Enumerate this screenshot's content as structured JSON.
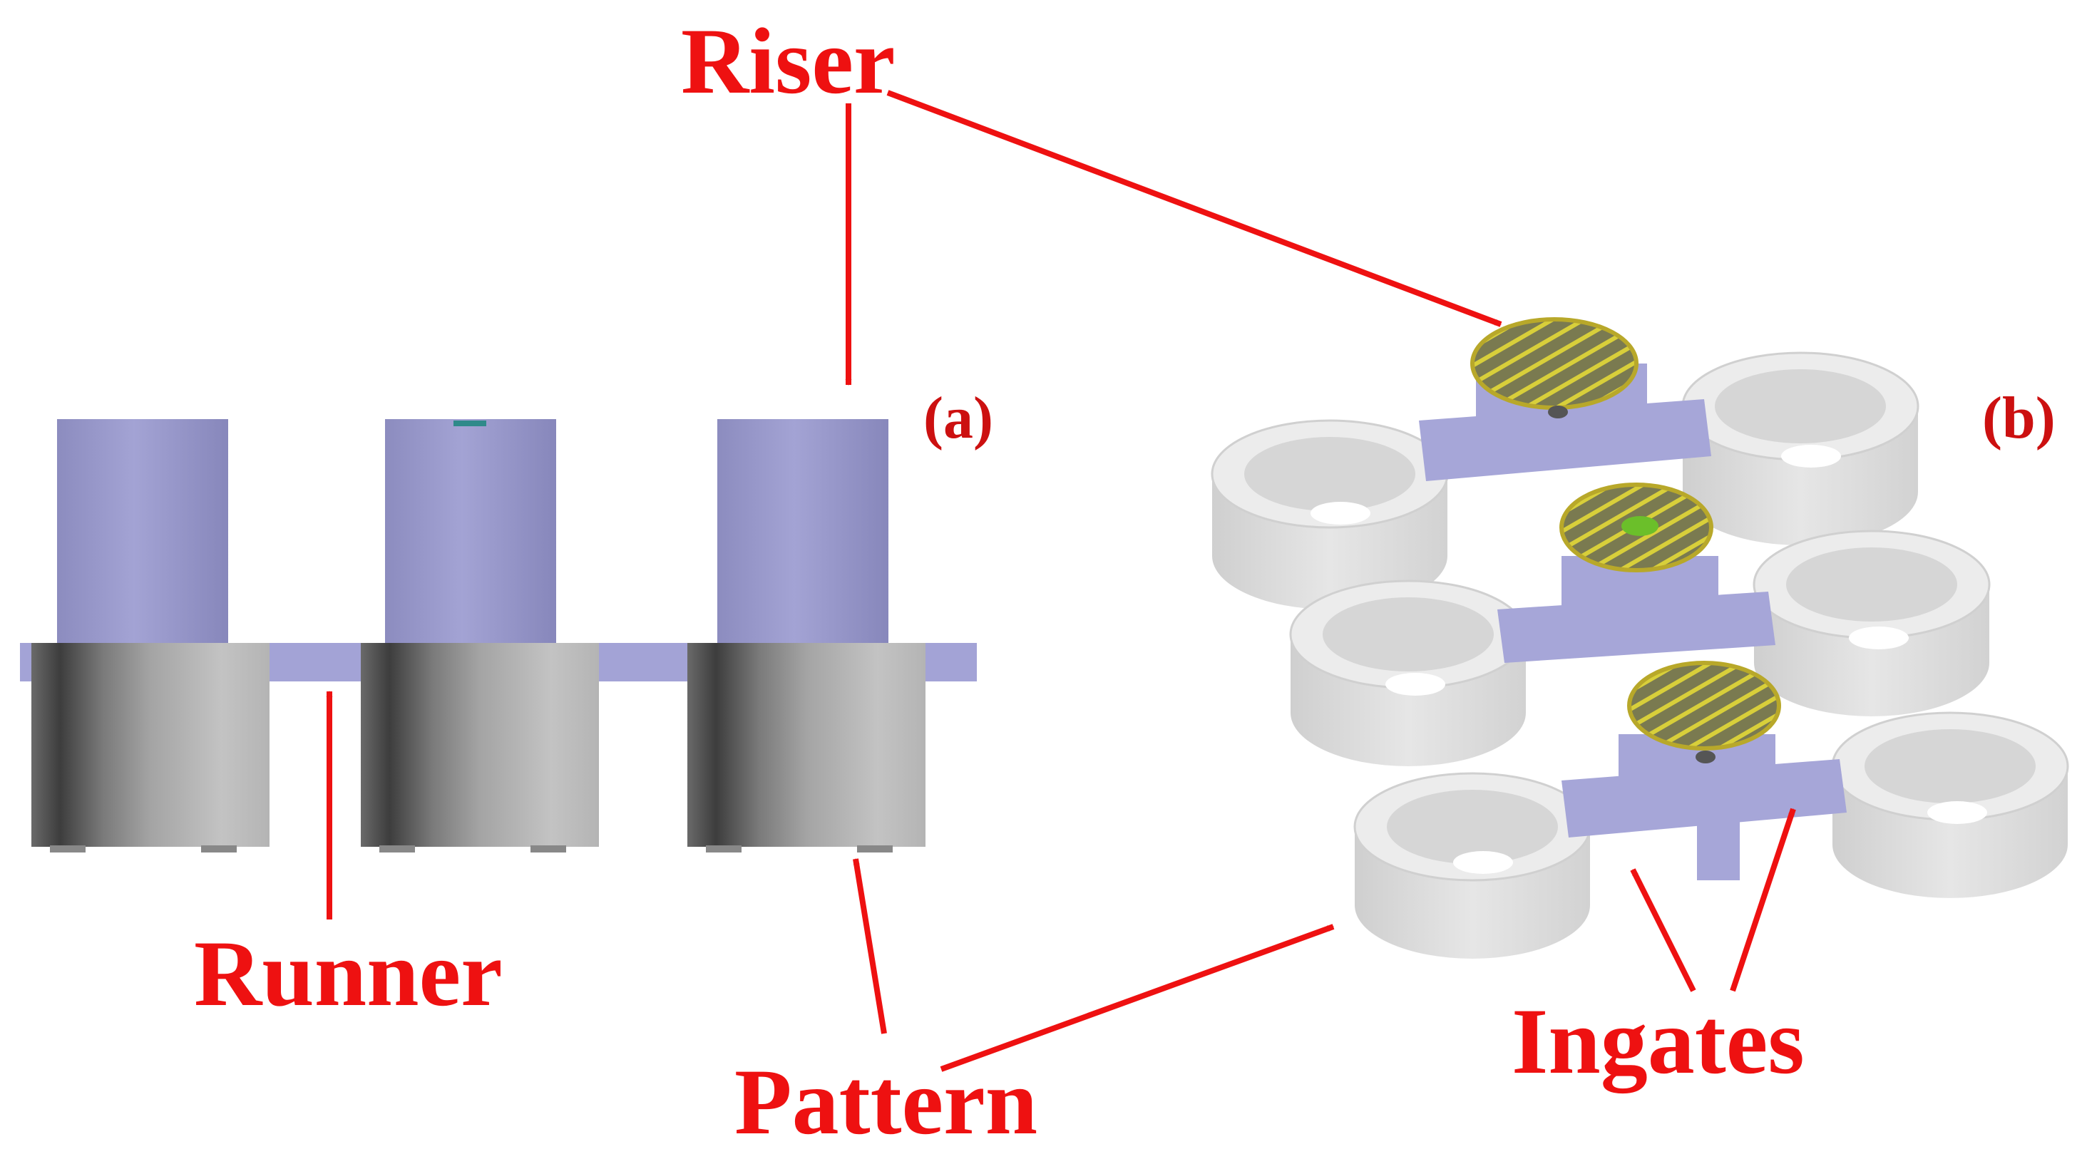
{
  "labels": {
    "riser": "Riser",
    "runner": "Runner",
    "pattern": "Pattern",
    "ingates": "Ingates",
    "panel_a": "(a)",
    "panel_b": "(b)"
  },
  "colors": {
    "annotation": "#ee1111",
    "riser_body": "#9a9ac8",
    "runner": "#a3a3d6",
    "pattern_light": "#d9d9d9",
    "riser_top": "#c9c23a"
  },
  "views": [
    "front-view",
    "isometric-view"
  ]
}
